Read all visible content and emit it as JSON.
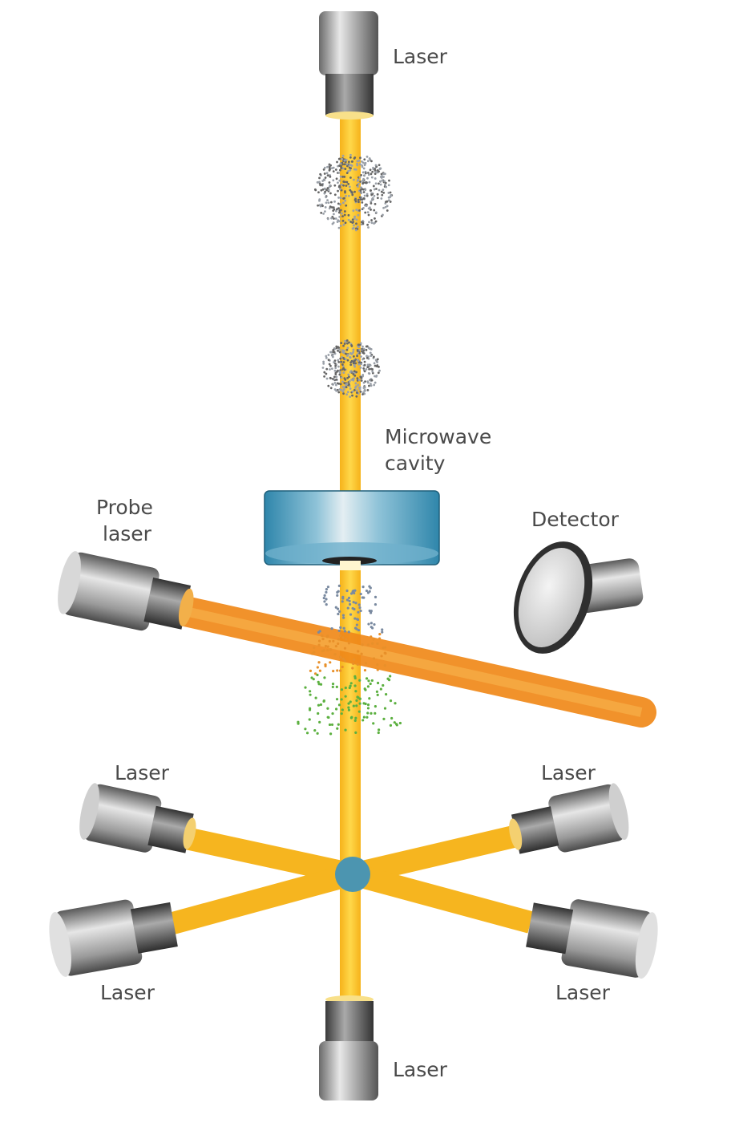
{
  "labels": {
    "top_laser": "Laser",
    "microwave_line1": "Microwave",
    "microwave_line2": "cavity",
    "probe_line1": "Probe",
    "probe_line2": "laser",
    "detector": "Detector",
    "upper_left_laser": "Laser",
    "upper_right_laser": "Laser",
    "lower_left_laser": "Laser",
    "lower_right_laser": "Laser",
    "bottom_laser": "Laser"
  },
  "colors": {
    "beam": "#f7b51c",
    "probe_beam": "#f08a1a",
    "cavity": "#3e93b6",
    "atoms_top": "#7a8aa0",
    "atoms_mid": "#e8902a",
    "atoms_bottom": "#5cb040"
  }
}
